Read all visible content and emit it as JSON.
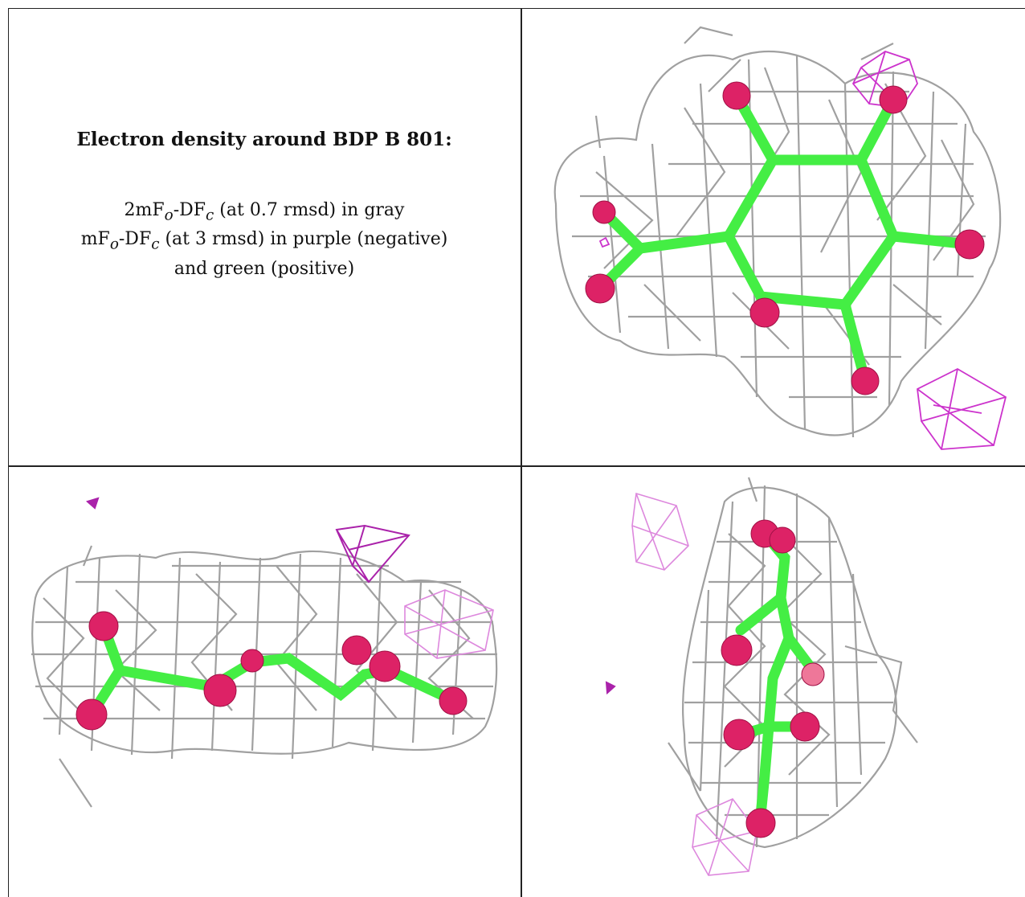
{
  "caption": {
    "title": "Electron density around BDP B 801:",
    "line1_prefix": "2mF",
    "line1_sub_o": "o",
    "line1_mid": "-DF",
    "line1_sub_c": "c",
    "line1_suffix": " (at 0.7 rmsd) in gray",
    "line2_prefix": "mF",
    "line2_sub_o": "o",
    "line2_mid": "-DF",
    "line2_sub_c": "c",
    "line2_suffix": " (at 3 rmsd) in purple (negative)",
    "line3": "and green (positive)"
  },
  "colors": {
    "mesh_gray": "#9a9a9a",
    "density_purple": "#cc33cc",
    "carbon_green": "#44ee44",
    "oxygen_red": "#dd2266"
  },
  "panels": [
    {
      "id": "top-right",
      "view": "face-on ring view"
    },
    {
      "id": "bottom-left",
      "view": "edge-on view"
    },
    {
      "id": "bottom-right",
      "view": "end-on view"
    }
  ]
}
